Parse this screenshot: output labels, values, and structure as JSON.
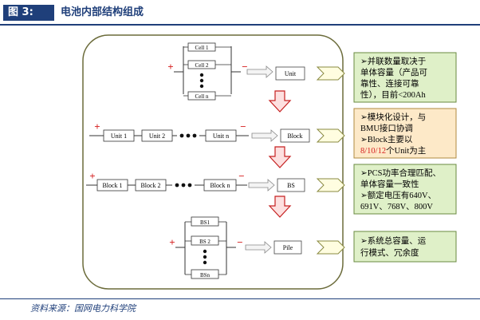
{
  "header": {
    "figure_label": "图 3:",
    "title": "电池内部结构组成"
  },
  "diagram": {
    "levels": [
      {
        "cells": [
          "Cell 1",
          "Cell 2",
          "Cell n"
        ],
        "result": "Unit",
        "note_lines": [
          "➢并联数量取决于",
          "单体容量（产品可",
          "靠性、连接可靠",
          "性），目前<200Ah"
        ],
        "note_color": "#dff0c8"
      },
      {
        "cells": [
          "Unit 1",
          "Unit 2",
          "Unit n"
        ],
        "result": "Block",
        "note_lines": [
          "➢模块化设计，与",
          "BMU接口协调",
          "➢Block主要以",
          "8/10/12个Unit为主"
        ],
        "note_color": "#fde9c8",
        "highlight": "8/10/12"
      },
      {
        "cells": [
          "Block 1",
          "Block 2",
          "Block n"
        ],
        "result": "BS",
        "note_lines": [
          "➢PCS功率合理匹配、",
          "单体容量一致性",
          "➢额定电压有640V、",
          "691V、768V、800V"
        ],
        "note_color": "#dff0c8"
      },
      {
        "cells": [
          "BS1",
          "BS 2",
          "BSn"
        ],
        "result": "Pile",
        "note_lines": [
          "➢系统总容量、运",
          "行模式、冗余度"
        ],
        "note_color": "#dff0c8"
      }
    ],
    "plus": "+",
    "minus": "−",
    "accent": "#d62020",
    "panel_border": "#6b6b3a",
    "panel_fill": "#ffffff"
  },
  "source": "资料来源：国网电力科学院"
}
